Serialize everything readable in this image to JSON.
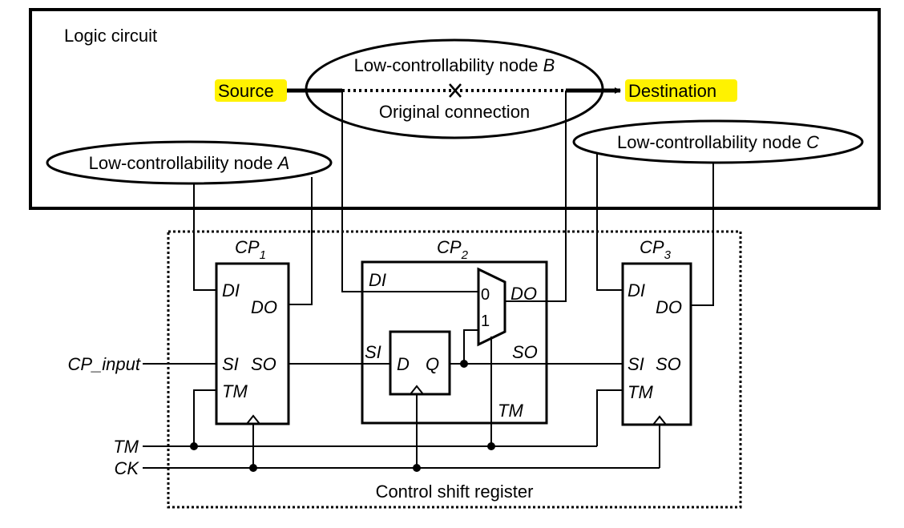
{
  "logic_circuit": {
    "title": "Logic circuit",
    "source": "Source",
    "destination": "Destination",
    "original_connection": "Original connection",
    "highlight_color": "#fff200",
    "node_a": {
      "label": "Low-controllability node ",
      "letter": "A"
    },
    "node_b": {
      "label": "Low-controllability node ",
      "letter": "B"
    },
    "node_c": {
      "label": "Low-controllability node ",
      "letter": "C"
    }
  },
  "shift_register": {
    "title": "Control shift register",
    "cp1": {
      "name": "CP",
      "sub": "1"
    },
    "cp2": {
      "name": "CP",
      "sub": "2"
    },
    "cp3": {
      "name": "CP",
      "sub": "3"
    },
    "pins": {
      "di": "DI",
      "do": "DO",
      "si": "SI",
      "so": "SO",
      "tm": "TM",
      "d": "D",
      "q": "Q",
      "mux0": "0",
      "mux1": "1"
    }
  },
  "signals": {
    "cp_input": "CP_input",
    "tm": "TM",
    "ck": "CK"
  }
}
